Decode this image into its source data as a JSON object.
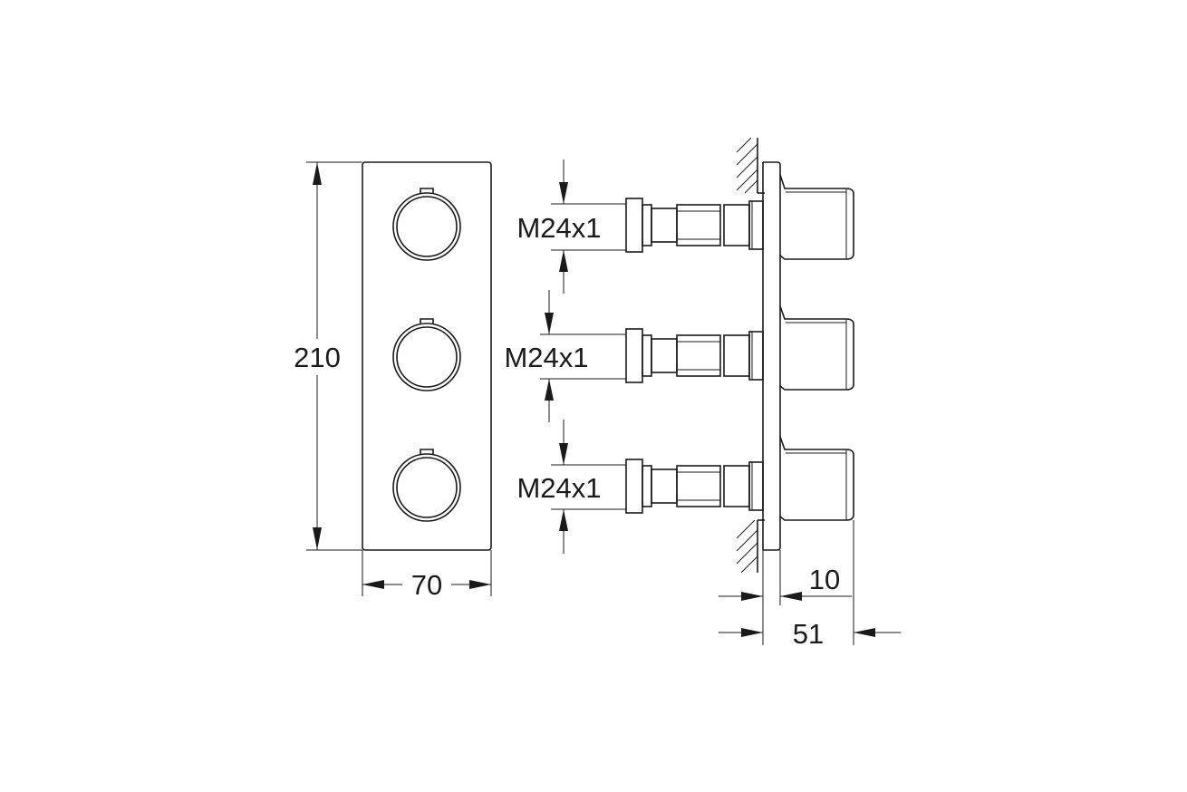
{
  "dimensions": {
    "height": "210",
    "width": "70",
    "depth_total": "51",
    "depth_plate": "10"
  },
  "threads": {
    "top": "M24x1",
    "middle": "M24x1",
    "bottom": "M24x1"
  },
  "colors": {
    "line": "#1a1a1a",
    "background": "#ffffff"
  }
}
